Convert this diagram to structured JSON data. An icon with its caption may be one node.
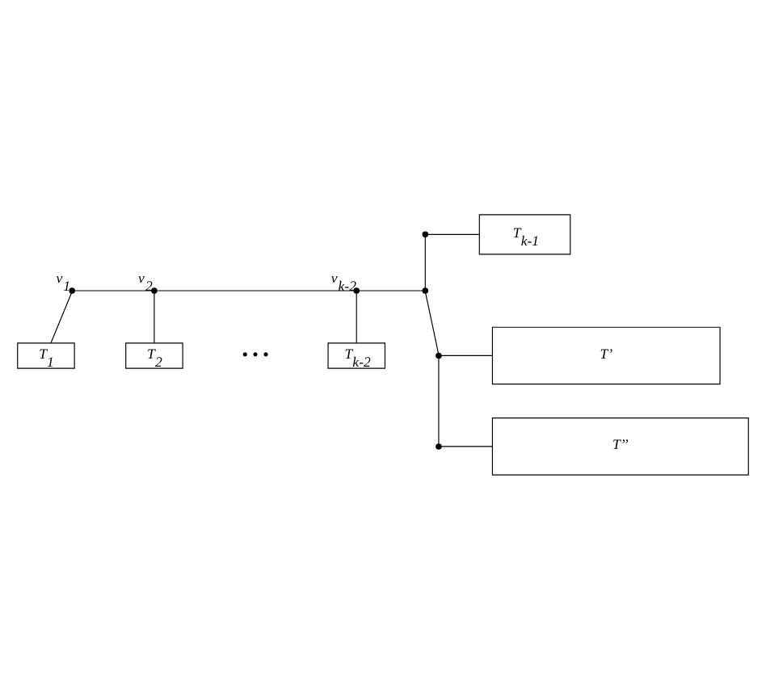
{
  "diagram": {
    "nodes": [
      {
        "text": [
          "T$_{k-1}$"
        ]
      },
      {
        "text": [
          "v$_{1}$"
        ]
      },
      {
        "text": [
          "v$_{2}$"
        ]
      },
      {
        "text": [
          "v$_{k-2}$"
        ]
      },
      {
        "text": [
          "T$_{1}$"
        ]
      },
      {
        "text": [
          "T$_{2}$"
        ]
      },
      {
        "text": [
          "T$_{k-2}$"
        ]
      },
      {
        "text": [
          "T’"
        ]
      },
      {
        "text": [
          "T’’"
        ]
      },
      {
        "text": [],
        "shape": "circle"
      },
      {
        "text": [],
        "shape": "circle"
      },
      {
        "text": [],
        "shape": "circle"
      },
      {
        "text": [],
        "shape": "circle"
      }
    ],
    "edges": [
      {
        "from": 9,
        "to": 0,
        "arrow": "none"
      },
      {
        "from": 1,
        "to": 2,
        "arrow": "none"
      },
      {
        "from": 2,
        "to": 3,
        "arrow": "none"
      },
      {
        "from": 3,
        "to": 10,
        "arrow": "none"
      },
      {
        "from": 1,
        "to": 4,
        "arrow": "none"
      },
      {
        "from": 2,
        "to": 5,
        "arrow": "none"
      },
      {
        "from": 3,
        "to": 6,
        "arrow": "none"
      },
      {
        "from": 9,
        "to": 10,
        "arrow": "none"
      },
      {
        "from": 10,
        "to": 11,
        "arrow": "none"
      },
      {
        "from": 11,
        "to": 7,
        "arrow": "none"
      },
      {
        "from": 11,
        "to": 12,
        "arrow": "none"
      },
      {
        "from": 12,
        "to": 8,
        "arrow": "none"
      }
    ],
    "labels": [
      "• • •"
    ]
  }
}
